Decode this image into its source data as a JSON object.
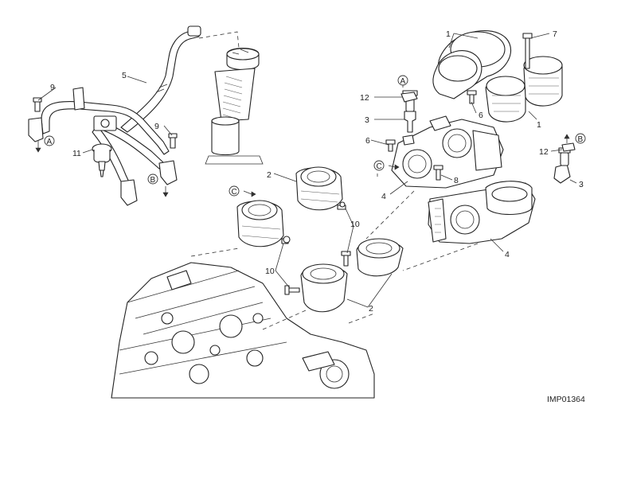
{
  "figure_code": "IMP01364",
  "callouts": [
    "1",
    "2",
    "3",
    "4",
    "5",
    "6",
    "7",
    "8",
    "9",
    "10",
    "11",
    "12"
  ],
  "connectors": [
    "A",
    "B",
    "C"
  ]
}
